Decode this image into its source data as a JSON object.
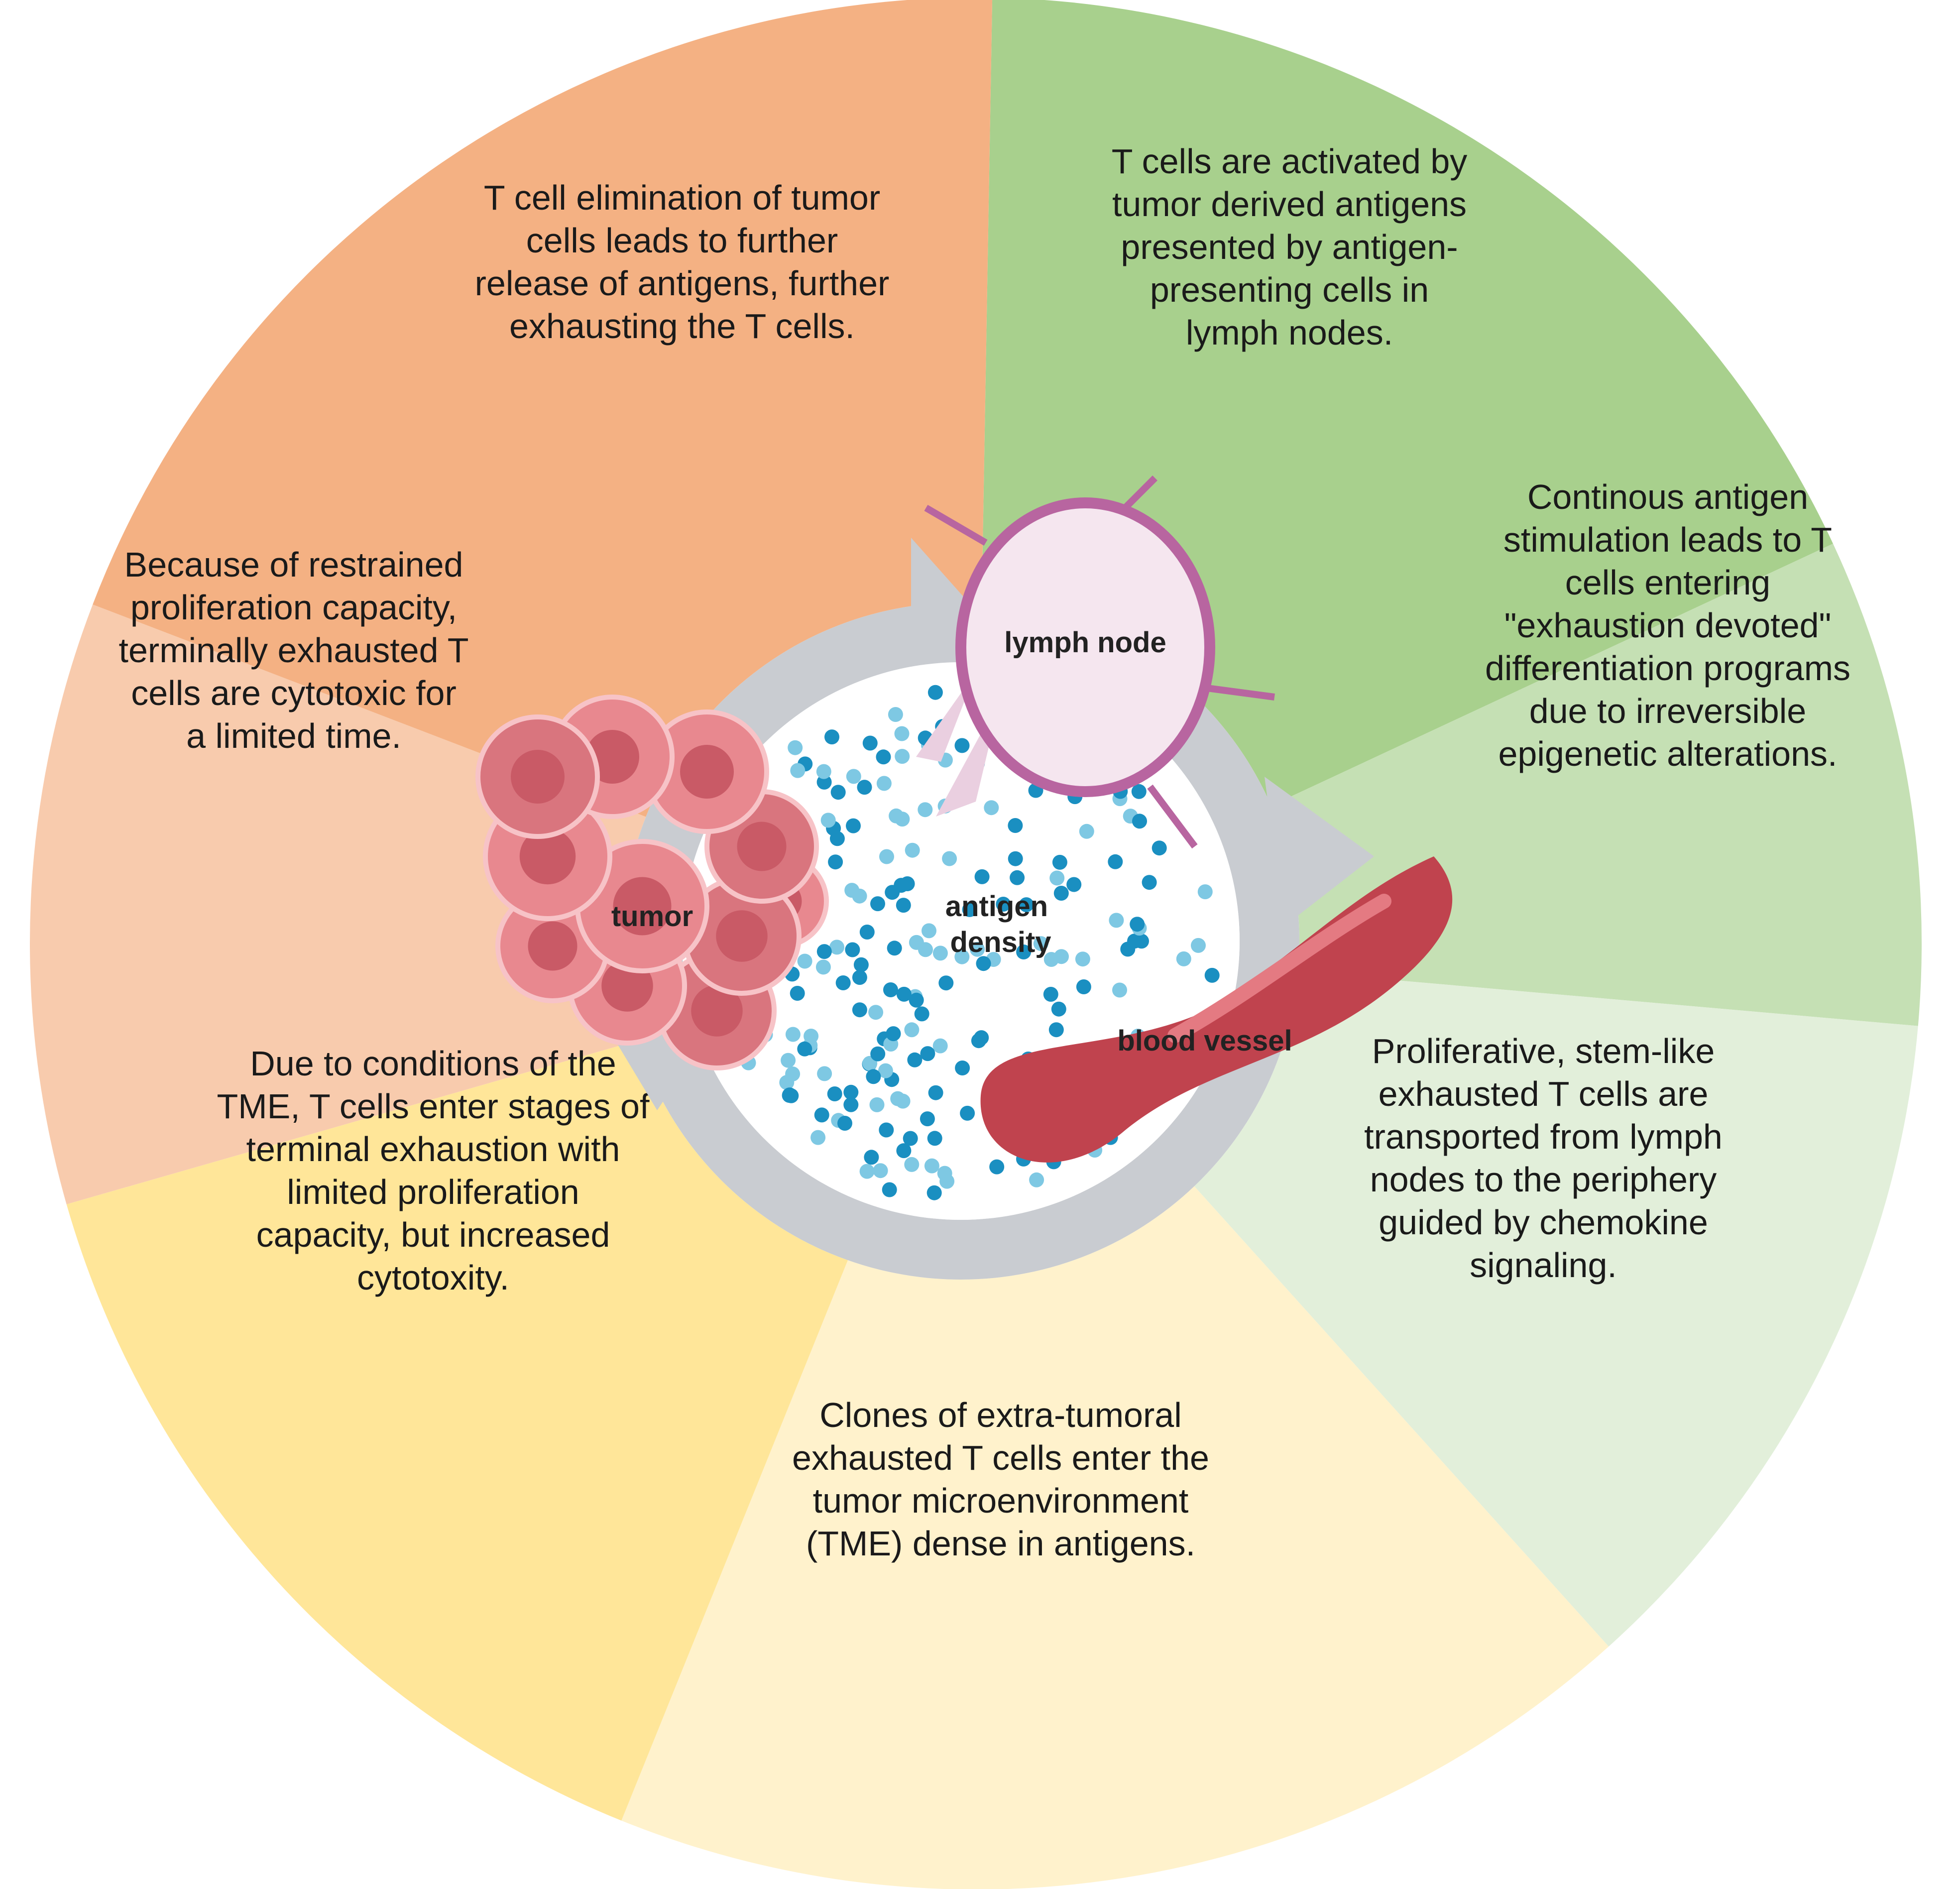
{
  "segments": [
    {
      "id": "activation",
      "color": "#a8d08d",
      "lines": [
        "T cells are activated by",
        "tumor derived antigens",
        "presented by antigen-",
        "presenting cells in",
        "lymph nodes."
      ]
    },
    {
      "id": "continuous-stimulation",
      "color": "#c5e0b4",
      "lines": [
        "Continous antigen",
        "stimulation leads to T",
        "cells entering",
        "\"exhaustion devoted\"",
        "differentiation programs",
        "due to irreversible",
        "epigenetic alterations."
      ]
    },
    {
      "id": "stem-like-transport",
      "color": "#e2efda",
      "lines": [
        "Proliferative,  stem-like",
        "exhausted T cells are",
        "transported from lymph",
        "nodes to the periphery",
        "guided by chemokine",
        "signaling."
      ]
    },
    {
      "id": "clones-enter-tme",
      "color": "#fff2cc",
      "lines": [
        "Clones of extra-tumoral",
        "exhausted T cells enter the",
        "tumor microenvironment",
        "(TME) dense in antigens."
      ]
    },
    {
      "id": "terminal-exhaustion",
      "color": "#ffe699",
      "lines": [
        "Due to conditions of the",
        "TME, T cells enter stages of",
        "terminal exhaustion with",
        "limited proliferation",
        "capacity, but increased",
        "cytotoxity."
      ]
    },
    {
      "id": "restrained-proliferation",
      "color": "#f8cbad",
      "lines": [
        "Because of restrained",
        "proliferation capacity,",
        "terminally exhausted T",
        "cells are cytotoxic for",
        "a limited time."
      ]
    },
    {
      "id": "tumor-elimination",
      "color": "#f4b183",
      "lines": [
        "T cell elimination of tumor",
        "cells leads to further",
        "release of antigens, further",
        "exhausting the T cells."
      ]
    }
  ],
  "center": {
    "lymph_node": "lymph node",
    "antigen_density": [
      "antigen",
      "density"
    ],
    "tumor": "tumor",
    "blood_vessel": "blood vessel"
  },
  "colors": {
    "cycle_ring": "#c9ccd1",
    "antigen_dark": "#1a8fc1",
    "antigen_light": "#7ec8e3",
    "lymph_fill": "#f5e6ef",
    "lymph_stroke": "#b865a0",
    "vessel": "#c0434e",
    "tumor_cell": "#e8888f"
  }
}
